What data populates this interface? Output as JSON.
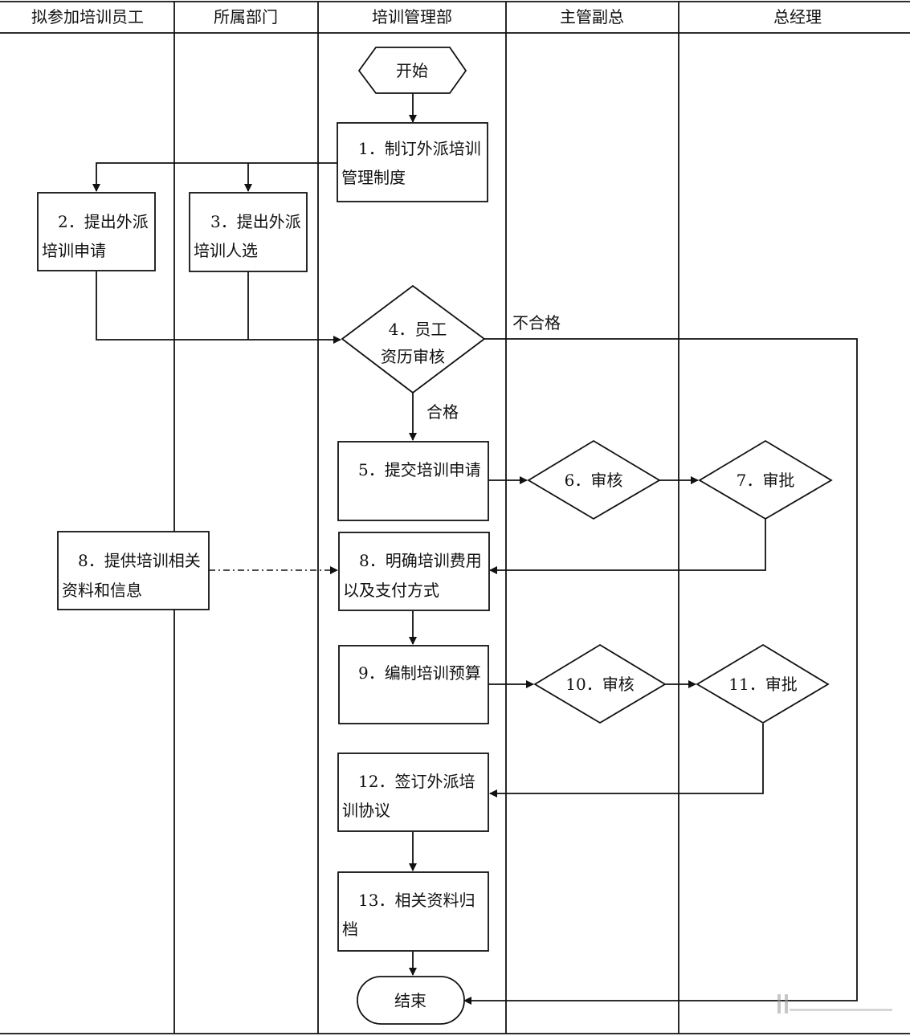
{
  "lanes": [
    "拟参加培训员工",
    "所属部门",
    "培训管理部",
    "主管副总",
    "总经理"
  ],
  "nodes": {
    "start": "开始",
    "n1": [
      "1．制订外派培训",
      "管理制度"
    ],
    "n2": [
      "2．提出外派",
      "培训申请"
    ],
    "n3": [
      "3．提出外派",
      "培训人选"
    ],
    "n4": [
      "4．员工",
      "资历审核"
    ],
    "n5": [
      "5．提交培训申请"
    ],
    "n6": "6．审核",
    "n7": "7．审批",
    "n8a": [
      "8．提供培训相关",
      "资料和信息"
    ],
    "n8b": [
      "8．明确培训费用",
      "以及支付方式"
    ],
    "n9": [
      "9．编制培训预算"
    ],
    "n10": "10．审核",
    "n11": "11．审批",
    "n12": [
      "12．签订外派培",
      "训协议"
    ],
    "n13": [
      "13．相关资料归",
      "档"
    ],
    "end": "结束"
  },
  "edge_labels": {
    "fail": "不合格",
    "pass": "合格"
  },
  "watermark": "(icon)"
}
